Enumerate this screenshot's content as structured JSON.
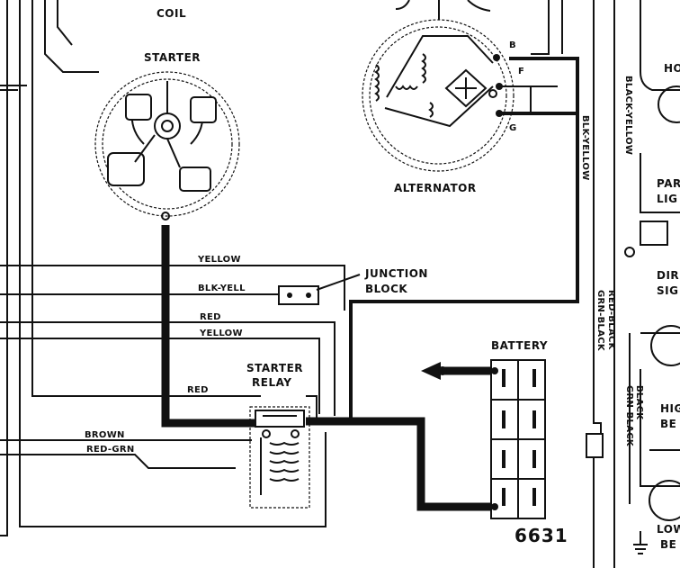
{
  "labels": {
    "coil": "COIL",
    "starter": "STARTER",
    "alternator": "ALTERNATOR",
    "junction_block_1": "JUNCTION",
    "junction_block_2": "BLOCK",
    "battery": "BATTERY",
    "starter_relay_1": "STARTER",
    "starter_relay_2": "RELAY",
    "figure_number": "6631"
  },
  "alternator_terminals": {
    "b": "B",
    "f": "F",
    "g": "G"
  },
  "wire_labels": {
    "yellow_top": "YELLOW",
    "blk_yell": "BLK-YELL",
    "red_mid": "RED",
    "yellow_mid": "YELLOW",
    "red_relay": "RED",
    "brown": "BROWN",
    "red_grn": "RED-GRN"
  },
  "vertical_wire_labels": {
    "black_yellow": "BLACK-YELLOW",
    "blk_yellow": "BLK-YELLOW",
    "red_black": "RED-BLACK",
    "grn_black": "GRN-BLACK",
    "black": "BLACK",
    "grn_black_2": "GRN-BLACK"
  },
  "right_edge_labels": {
    "horn": "HO",
    "parking_1": "PAR",
    "parking_2": "LIG",
    "directional_1": "DIR",
    "directional_2": "SIG",
    "high_1": "HIG",
    "high_2": "BE",
    "low_1": "LOW",
    "low_2": "BE"
  }
}
